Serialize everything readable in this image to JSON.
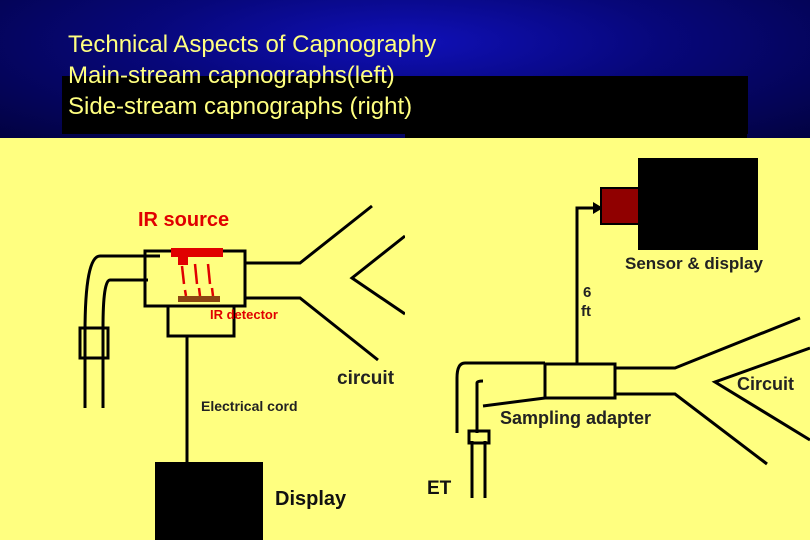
{
  "title": {
    "line1": "Technical Aspects of Capnography",
    "line2": "Main-stream capnographs(left)",
    "line3": "Side-stream capnographs (right)"
  },
  "left_diagram": {
    "ir_source": "IR source",
    "ir_detector": "IR detector",
    "circuit": "circuit",
    "electrical_cord": "Electrical cord",
    "display": "Display"
  },
  "right_diagram": {
    "sensor_display": "Sensor & display",
    "tube_length_value": "6",
    "tube_length_unit": "ft",
    "circuit": "Circuit",
    "sampling_adapter": "Sampling adapter",
    "et": "ET"
  },
  "colors": {
    "background_panel": "#ffff80",
    "title_text": "#ffff80",
    "title_background": "#07077a",
    "ir_label": "#e00000",
    "sensor_block": "#900000",
    "detector_block": "#8b4513"
  }
}
